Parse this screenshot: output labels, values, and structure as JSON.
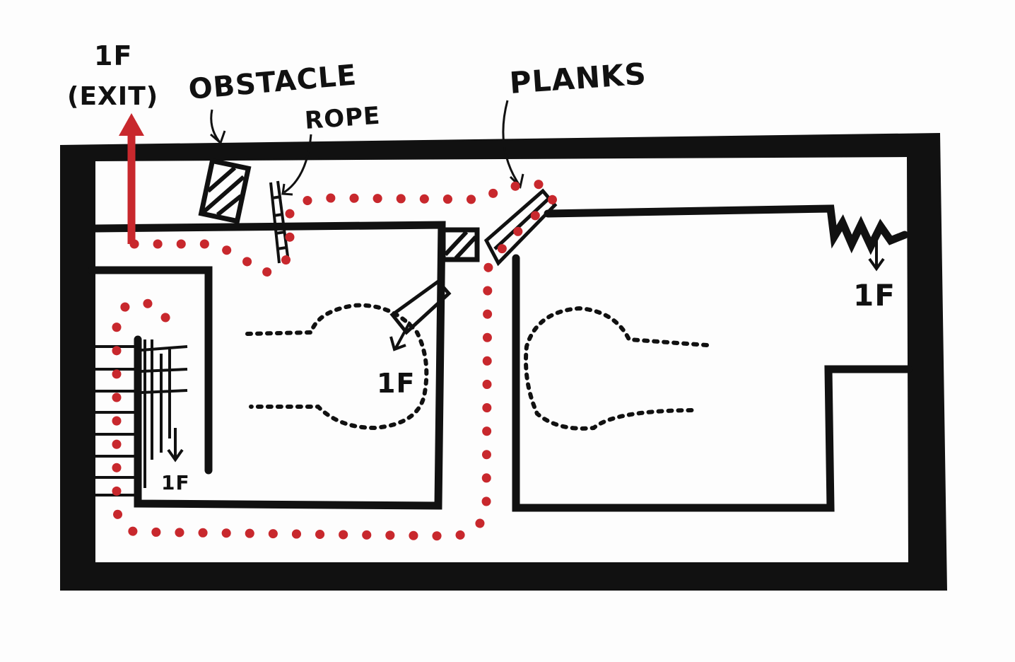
{
  "labels": {
    "exit_floor": "1F",
    "exit_note": "(EXIT)",
    "obstacle": "OBSTACLE",
    "rope": "ROPE",
    "planks": "PLANKS",
    "stairs_floor": "1F",
    "hole_left_floor": "1F",
    "hole_right_floor": "1F"
  },
  "colors": {
    "ink": "#111111",
    "route": "#c8282d",
    "paper": "#fdfdfd"
  }
}
